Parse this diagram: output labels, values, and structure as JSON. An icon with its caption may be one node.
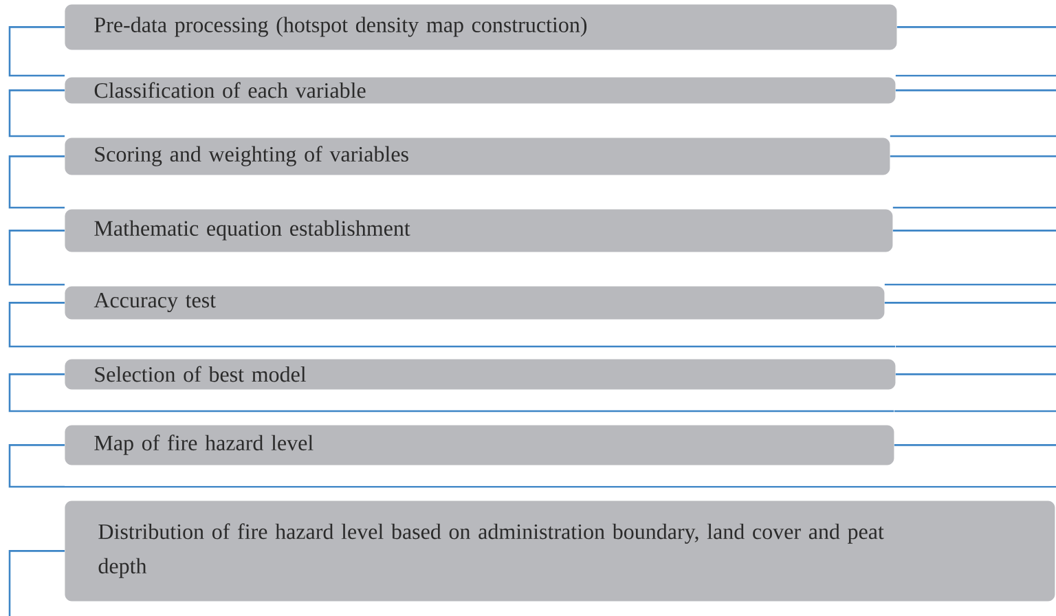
{
  "diagram": {
    "nodes": [
      {
        "text": [
          "Pre-data processing (hotspot density map construction)"
        ]
      },
      {
        "text": [
          "Classification of each variable"
        ]
      },
      {
        "text": [
          "Scoring and weighting of variables"
        ]
      },
      {
        "text": [
          "Mathematic equation establishment"
        ]
      },
      {
        "text": [
          "Accuracy test"
        ]
      },
      {
        "text": [
          "Selection of best model"
        ]
      },
      {
        "text": [
          "Map of fire hazard level"
        ]
      },
      {
        "text": [
          "Distribution of fire hazard level based on administration boundary, land cover and peat depth"
        ]
      }
    ],
    "edges": [
      {
        "from": 0,
        "to": 1,
        "arrow": "none"
      },
      {
        "from": 1,
        "to": 2,
        "arrow": "none"
      },
      {
        "from": 2,
        "to": 3,
        "arrow": "none"
      },
      {
        "from": 3,
        "to": 4,
        "arrow": "none"
      },
      {
        "from": 4,
        "to": 5,
        "arrow": "none"
      },
      {
        "from": 5,
        "to": 6,
        "arrow": "none"
      },
      {
        "from": 6,
        "to": 7,
        "arrow": "none"
      },
      {
        "from": 7,
        "to": null,
        "arrow": "none"
      },
      {
        "from": 0,
        "to": null,
        "arrow": "none"
      },
      {
        "from": 1,
        "to": null,
        "arrow": "none"
      },
      {
        "from": 2,
        "to": null,
        "arrow": "none"
      },
      {
        "from": 3,
        "to": null,
        "arrow": "none"
      },
      {
        "from": 4,
        "to": null,
        "arrow": "none"
      },
      {
        "from": 5,
        "to": null,
        "arrow": "none"
      },
      {
        "from": 6,
        "to": null,
        "arrow": "none"
      },
      {
        "from": null,
        "to": 1,
        "arrow": "none"
      },
      {
        "from": null,
        "to": 2,
        "arrow": "none"
      },
      {
        "from": null,
        "to": 3,
        "arrow": "none"
      },
      {
        "from": null,
        "to": 4,
        "arrow": "none"
      },
      {
        "from": null,
        "to": 5,
        "arrow": "none"
      },
      {
        "from": null,
        "to": 6,
        "arrow": "none"
      }
    ]
  }
}
